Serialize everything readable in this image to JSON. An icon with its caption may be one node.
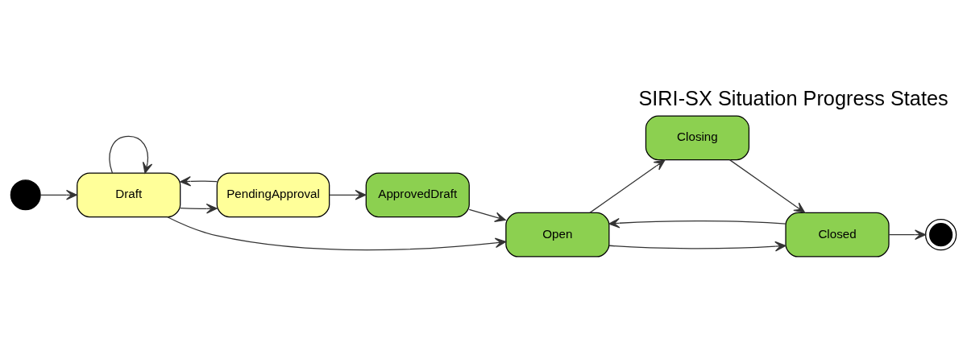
{
  "diagram": {
    "title": "SIRI-SX Situation Progress States",
    "nodes": [
      {
        "text": [],
        "shape": "circle"
      },
      {
        "text": [
          "Draft"
        ]
      },
      {
        "text": [
          "PendingApproval"
        ]
      },
      {
        "text": [
          "ApprovedDraft"
        ]
      },
      {
        "text": [
          "Open"
        ]
      },
      {
        "text": [
          "Closing"
        ]
      },
      {
        "text": [
          "Closed"
        ]
      },
      {
        "text": [],
        "shape": "circle"
      }
    ],
    "edges": [
      {
        "from": 0,
        "to": 1,
        "arrow": "to"
      },
      {
        "from": 1,
        "to": 1,
        "arrow": "to"
      },
      {
        "from": 1,
        "to": 2,
        "arrow": "to"
      },
      {
        "from": 2,
        "to": 1,
        "arrow": "to"
      },
      {
        "from": 2,
        "to": 3,
        "arrow": "to"
      },
      {
        "from": 3,
        "to": 4,
        "arrow": "to"
      },
      {
        "from": 1,
        "to": 4,
        "arrow": "to"
      },
      {
        "from": 4,
        "to": 5,
        "arrow": "to"
      },
      {
        "from": 5,
        "to": 6,
        "arrow": "to"
      },
      {
        "from": 4,
        "to": 6,
        "arrow": "to"
      },
      {
        "from": 6,
        "to": 4,
        "arrow": "to"
      },
      {
        "from": 6,
        "to": 7,
        "arrow": "to"
      }
    ]
  }
}
